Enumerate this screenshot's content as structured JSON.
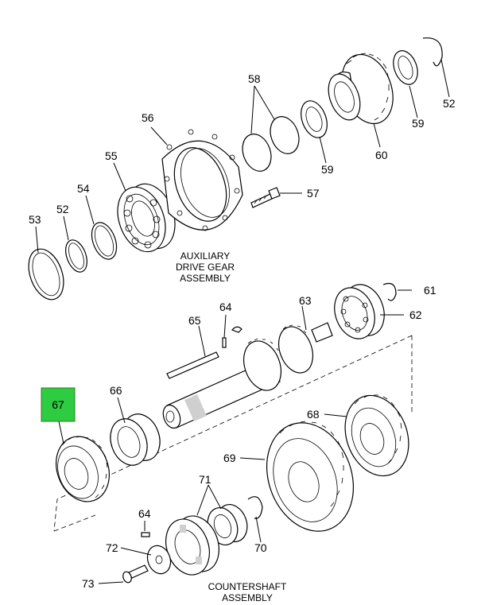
{
  "callouts": {
    "c52a": "52",
    "c52b": "52",
    "c53": "53",
    "c54": "54",
    "c55": "55",
    "c56": "56",
    "c57": "57",
    "c58": "58",
    "c59a": "59",
    "c59b": "59",
    "c60": "60",
    "c61": "61",
    "c62": "62",
    "c63": "63",
    "c64a": "64",
    "c64b": "64",
    "c65": "65",
    "c66": "66",
    "c67": "67",
    "c68": "68",
    "c69": "69",
    "c70": "70",
    "c71": "71",
    "c72": "72",
    "c73": "73"
  },
  "labels": {
    "aux_line1": "AUXILIARY",
    "aux_line2": "DRIVE GEAR",
    "aux_line3": "ASSEMBLY",
    "cs_line1": "COUNTERSHAFT",
    "cs_line2": "ASSEMBLY"
  },
  "highlight": {
    "part": "67",
    "color": "#2ecc40"
  }
}
